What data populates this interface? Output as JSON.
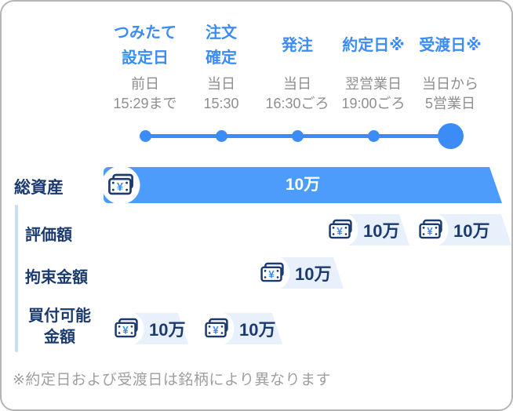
{
  "timeline": {
    "steps": [
      {
        "title_line1": "つみたて",
        "title_line2": "設定日",
        "sub_line1": "前日",
        "sub_line2": "15:29まで"
      },
      {
        "title_line1": "注文",
        "title_line2": "確定",
        "sub_line1": "当日",
        "sub_line2": "15:30"
      },
      {
        "title_line1": "発注",
        "sub_line1": "当日",
        "sub_line2": "16:30ごろ"
      },
      {
        "title_line1": "約定日※",
        "sub_line1": "翌営業日",
        "sub_line2": "19:00ごろ"
      },
      {
        "title_line1": "受渡日※",
        "sub_line1": "当日から",
        "sub_line2": "5営業日"
      }
    ]
  },
  "assets": {
    "total": {
      "label": "総資産",
      "value": "10万"
    },
    "rows": [
      {
        "label_line1": "評価額",
        "chips": [
          "10万",
          "10万"
        ]
      },
      {
        "label_line1": "拘束金額",
        "chips": [
          "10万"
        ]
      },
      {
        "label_line1": "買付可能",
        "label_line2": "金額",
        "chips": [
          "10万",
          "10万"
        ]
      }
    ]
  },
  "footnote": "※約定日および受渡日は銘柄により異なります",
  "icons": {
    "money": "yen-banknote-icon",
    "yen_symbol": "¥"
  },
  "colors": {
    "accent_blue": "#3C8CF7",
    "bar_blue": "#4D9BFA",
    "navy": "#1B3A70",
    "chip_bg": "#E8F0FC",
    "gray_text": "#8E8E8E",
    "footer_gray": "#9E9E9E",
    "vline_blue": "#C8DEF9",
    "card_border": "#B5B5B5"
  }
}
